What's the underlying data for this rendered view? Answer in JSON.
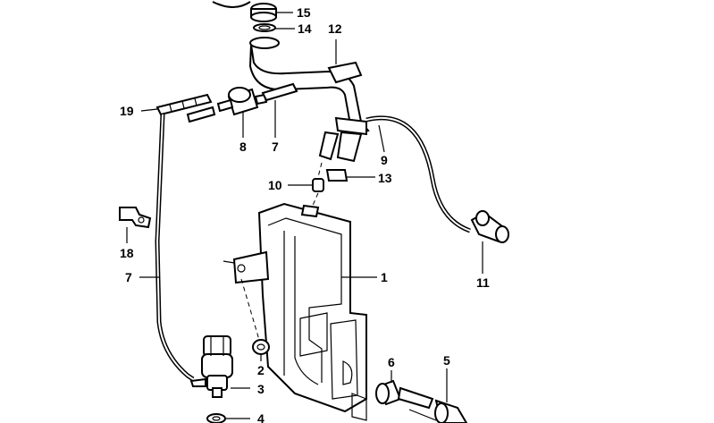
{
  "callouts": [
    {
      "id": "15",
      "text": "15"
    },
    {
      "id": "14",
      "text": "14"
    },
    {
      "id": "12",
      "text": "12"
    },
    {
      "id": "19",
      "text": "19"
    },
    {
      "id": "8",
      "text": "8"
    },
    {
      "id": "7a",
      "text": "7"
    },
    {
      "id": "9",
      "text": "9"
    },
    {
      "id": "10",
      "text": "10"
    },
    {
      "id": "13",
      "text": "13"
    },
    {
      "id": "18",
      "text": "18"
    },
    {
      "id": "7b",
      "text": "7"
    },
    {
      "id": "1",
      "text": "1"
    },
    {
      "id": "11",
      "text": "11"
    },
    {
      "id": "2",
      "text": "2"
    },
    {
      "id": "6",
      "text": "6"
    },
    {
      "id": "5",
      "text": "5"
    },
    {
      "id": "3",
      "text": "3"
    },
    {
      "id": "4",
      "text": "4"
    }
  ]
}
